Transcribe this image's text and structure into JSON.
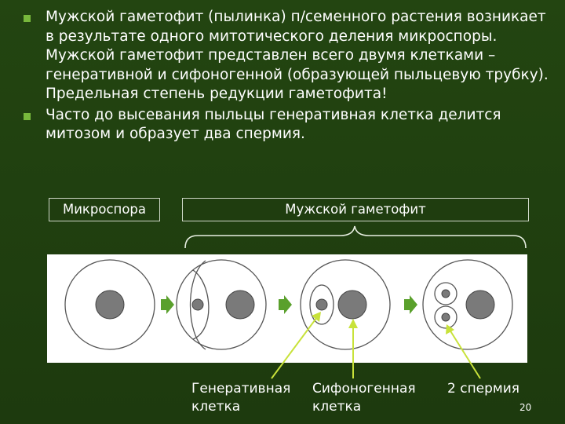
{
  "bullets": [
    "Мужской гаметофит (пылинка) п/семенного растения возникает в результате одного митотического деления микроспоры. Мужской гаметофит представлен всего двумя клетками – генеративной и сифоногенной (образующей пыльцевую трубку). Предельная степень редукции гаметофита!",
    "Часто до высевания пыльцы генеративная клетка делится митозом и образует два спермия."
  ],
  "labels": {
    "microspore": "Микроспора",
    "gametophyte": "Мужской гаметофит"
  },
  "callouts": {
    "generative": "Генеративная\nклетка",
    "siphonogenous": "Сифоногенная\nклетка",
    "sperm": "2 спермия"
  },
  "page_number": "20",
  "colors": {
    "background": "#1f3d0f",
    "bullet_marker": "#78b83c",
    "arrow": "#5aa02c",
    "pointer": "#c8e23a",
    "nucleus": "#7a7a7a"
  }
}
